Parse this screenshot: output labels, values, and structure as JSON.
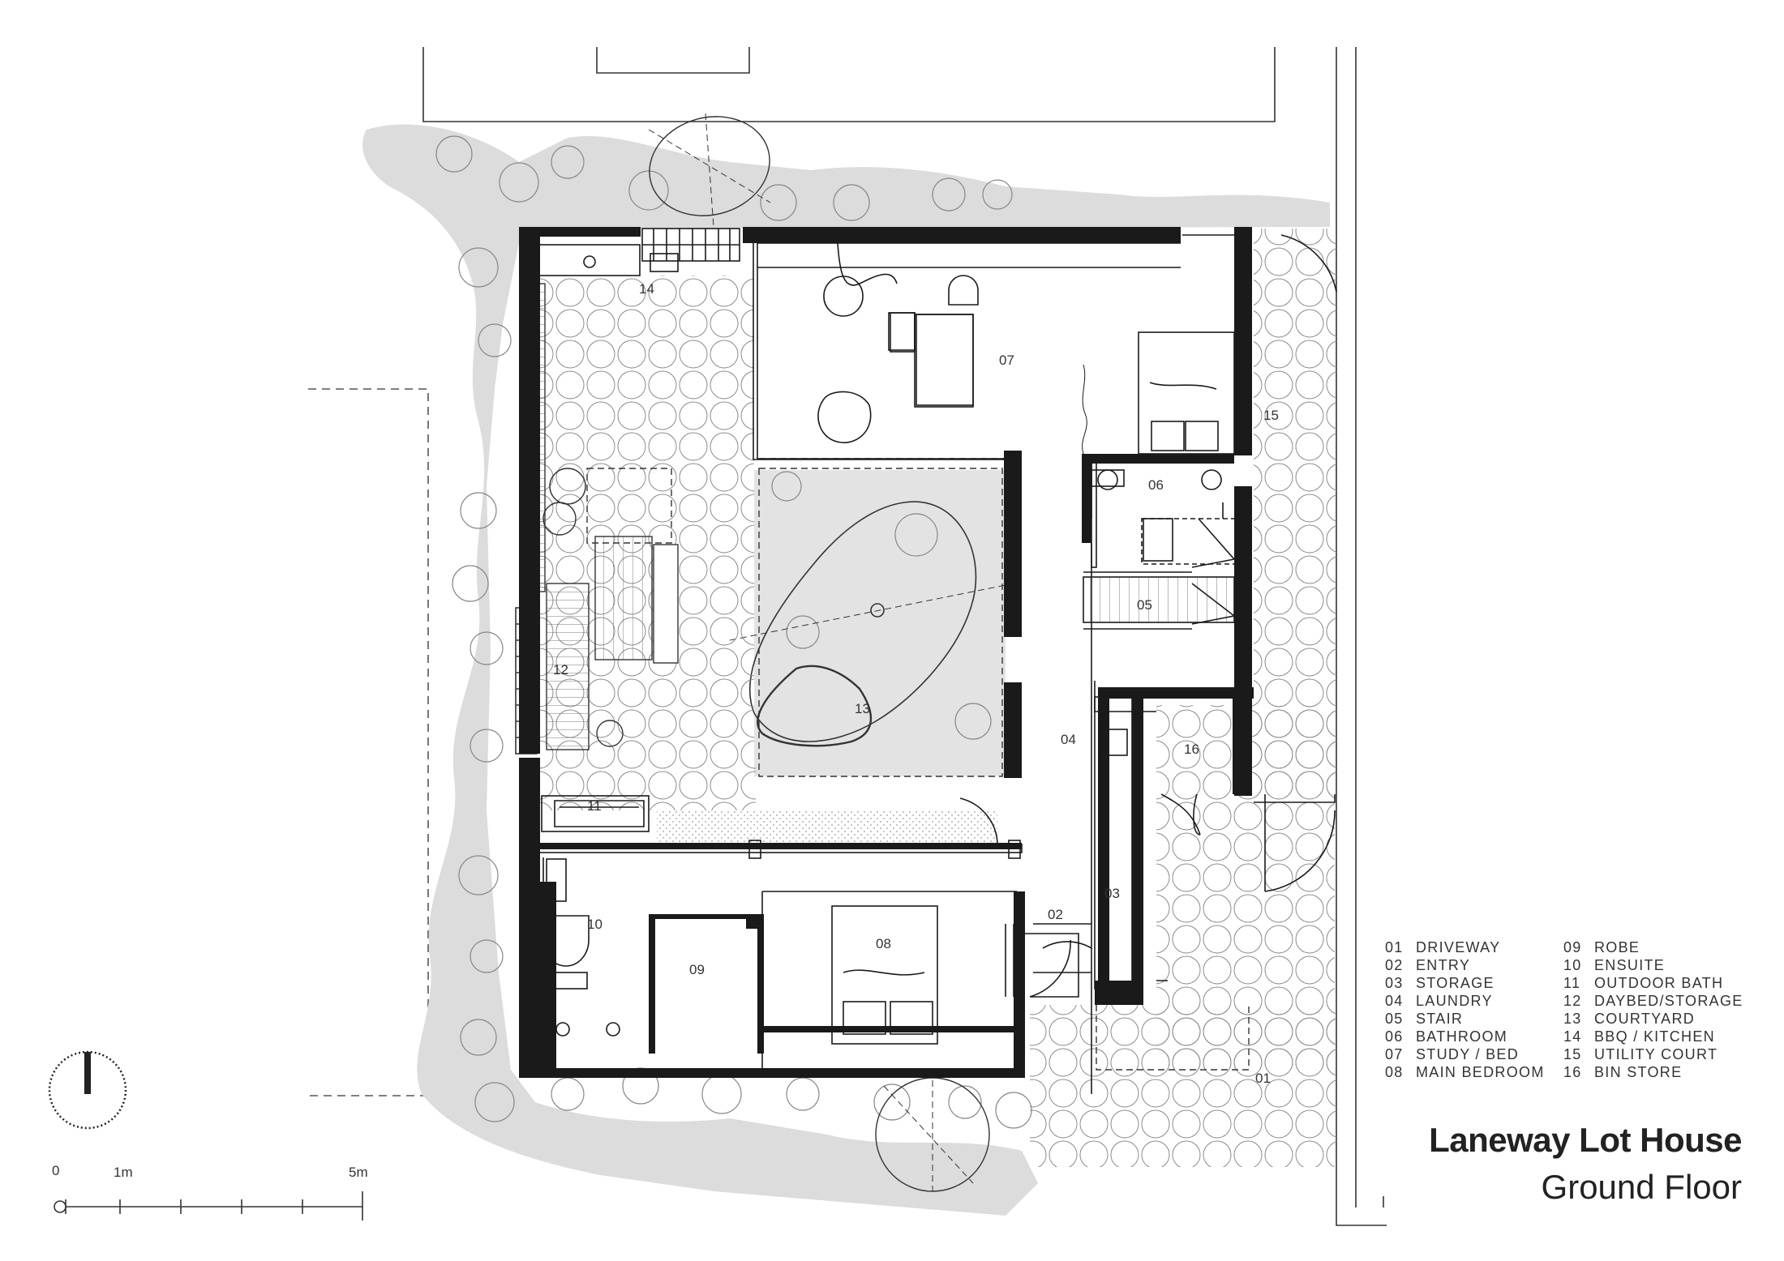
{
  "drawing": {
    "title": "Laneway Lot House",
    "subtitle": "Ground Floor"
  },
  "room_labels": {
    "r01": "01",
    "r02": "02",
    "r03": "03",
    "r04": "04",
    "r05": "05",
    "r06": "06",
    "r07": "07",
    "r08": "08",
    "r09": "09",
    "r10": "10",
    "r11": "11",
    "r12": "12",
    "r13": "13",
    "r14": "14",
    "r15": "15",
    "r16": "16"
  },
  "legend": [
    {
      "num": "01",
      "name": "DRIVEWAY"
    },
    {
      "num": "02",
      "name": "ENTRY"
    },
    {
      "num": "03",
      "name": "STORAGE"
    },
    {
      "num": "04",
      "name": "LAUNDRY"
    },
    {
      "num": "05",
      "name": "STAIR"
    },
    {
      "num": "06",
      "name": "BATHROOM"
    },
    {
      "num": "07",
      "name": "STUDY / BED"
    },
    {
      "num": "08",
      "name": "MAIN BEDROOM"
    },
    {
      "num": "09",
      "name": "ROBE"
    },
    {
      "num": "10",
      "name": "ENSUITE"
    },
    {
      "num": "11",
      "name": "OUTDOOR BATH"
    },
    {
      "num": "12",
      "name": "DAYBED/STORAGE"
    },
    {
      "num": "13",
      "name": "COURTYARD"
    },
    {
      "num": "14",
      "name": "BBQ / KITCHEN"
    },
    {
      "num": "15",
      "name": "UTILITY COURT"
    },
    {
      "num": "16",
      "name": "BIN STORE"
    }
  ],
  "scale_bar": {
    "label_0": "0",
    "label_1m": "1m",
    "label_5m": "5m"
  },
  "colors": {
    "wall": "#1a1a1a",
    "garden": "#d9d9d9",
    "line": "#555555"
  }
}
